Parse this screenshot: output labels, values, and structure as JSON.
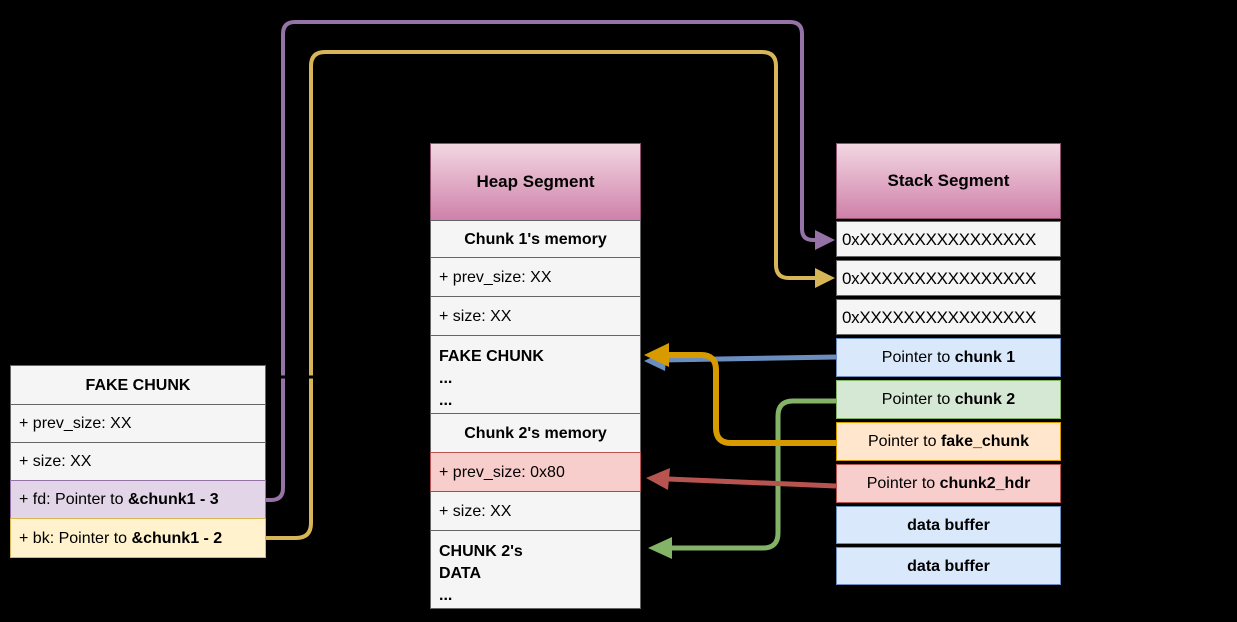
{
  "colors": {
    "background": "#000000",
    "purple_line": "#9673a6",
    "yellow_line": "#d6b656",
    "blue_line": "#6c8ebf",
    "orange_line": "#d79b00",
    "red_line": "#b85450",
    "green_line": "#82b366",
    "link_line": "#000000",
    "purple_fill": "#e1d5e7",
    "yellow_fill": "#fff2cc",
    "blue_fill": "#dae8fc",
    "green_fill": "#d5e8d4",
    "orange_fill": "#ffe6cc",
    "red_fill": "#f8cecc",
    "gray_fill": "#f5f5f5",
    "header_gradient_top": "#f2d7e2",
    "header_gradient_bottom": "#cf81a9"
  },
  "fake_chunk_table": {
    "title": "FAKE CHUNK",
    "rows": {
      "prev_size": "+ prev_size: XX",
      "size": "+ size: XX",
      "fd_prefix": "+ fd: Pointer to ",
      "fd_bold": "&chunk1 - 3",
      "bk_prefix": "+ bk: Pointer to ",
      "bk_bold": "&chunk1 - 2"
    }
  },
  "heap_table": {
    "title": "Heap Segment",
    "rows": {
      "chunk1_memory": "Chunk 1's memory",
      "prev_size_xx": "+ prev_size: XX",
      "size_xx_1": "+ size: XX",
      "fake_chunk_line1": "FAKE CHUNK",
      "fake_chunk_line2": "...",
      "fake_chunk_line3": "...",
      "chunk2_memory": "Chunk 2's memory",
      "prev_size_0x80": "+ prev_size: 0x80",
      "size_xx_2": "+ size: XX",
      "chunk2_data_line1": "CHUNK 2's",
      "chunk2_data_line2": "DATA",
      "chunk2_data_line3": "..."
    }
  },
  "stack_table": {
    "title": "Stack Segment",
    "rows": {
      "addr1": "0xXXXXXXXXXXXXXXXX",
      "addr2": "0xXXXXXXXXXXXXXXXX",
      "addr3": "0xXXXXXXXXXXXXXXXX",
      "ptr_chunk1_prefix": "Pointer to ",
      "ptr_chunk1_bold": "chunk 1",
      "ptr_chunk2_prefix": "Pointer to ",
      "ptr_chunk2_bold": "chunk 2",
      "ptr_fake_chunk_prefix": "Pointer to ",
      "ptr_fake_chunk_bold": "fake_chunk",
      "ptr_chunk2_hdr_prefix": "Pointer to ",
      "ptr_chunk2_hdr_bold": "chunk2_hdr",
      "data_buffer_1": "data buffer",
      "data_buffer_2": "data buffer"
    }
  }
}
